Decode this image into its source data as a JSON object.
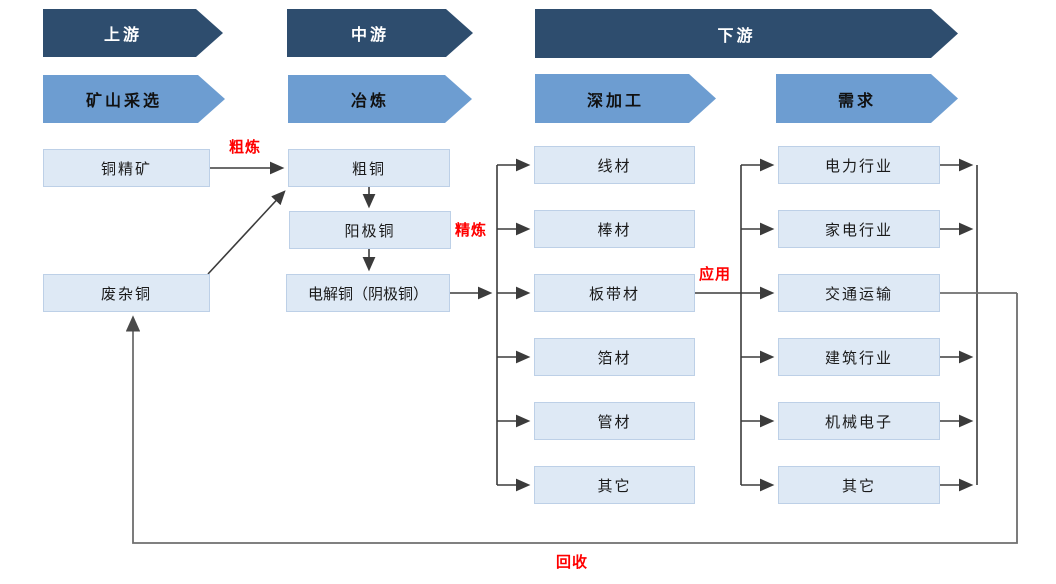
{
  "banners": {
    "upstream": "上游",
    "midstream": "中游",
    "downstream": "下游",
    "mining": "矿山采选",
    "smelting": "冶炼",
    "processing": "深加工",
    "demand": "需求"
  },
  "nodes": {
    "upstream": [
      "铜精矿",
      "废杂铜"
    ],
    "midstream": [
      "粗铜",
      "阳极铜",
      "电解铜（阴极铜）"
    ],
    "processing": [
      "线材",
      "棒材",
      "板带材",
      "箔材",
      "管材",
      "其它"
    ],
    "demand": [
      "电力行业",
      "家电行业",
      "交通运输",
      "建筑行业",
      "机械电子",
      "其它"
    ]
  },
  "edge_labels": {
    "crude_smelting": "粗炼",
    "refining": "精炼",
    "application": "应用",
    "recycling": "回收"
  },
  "colors": {
    "banner_dark": "#2E4D6E",
    "banner_light": "#6D9DD1",
    "node_fill": "#DEE9F5",
    "node_border": "#BDD0E7",
    "edge_label_red": "#FF0000",
    "wire": "#3B3B3B",
    "recycle_wire": "#6E6E6E"
  }
}
